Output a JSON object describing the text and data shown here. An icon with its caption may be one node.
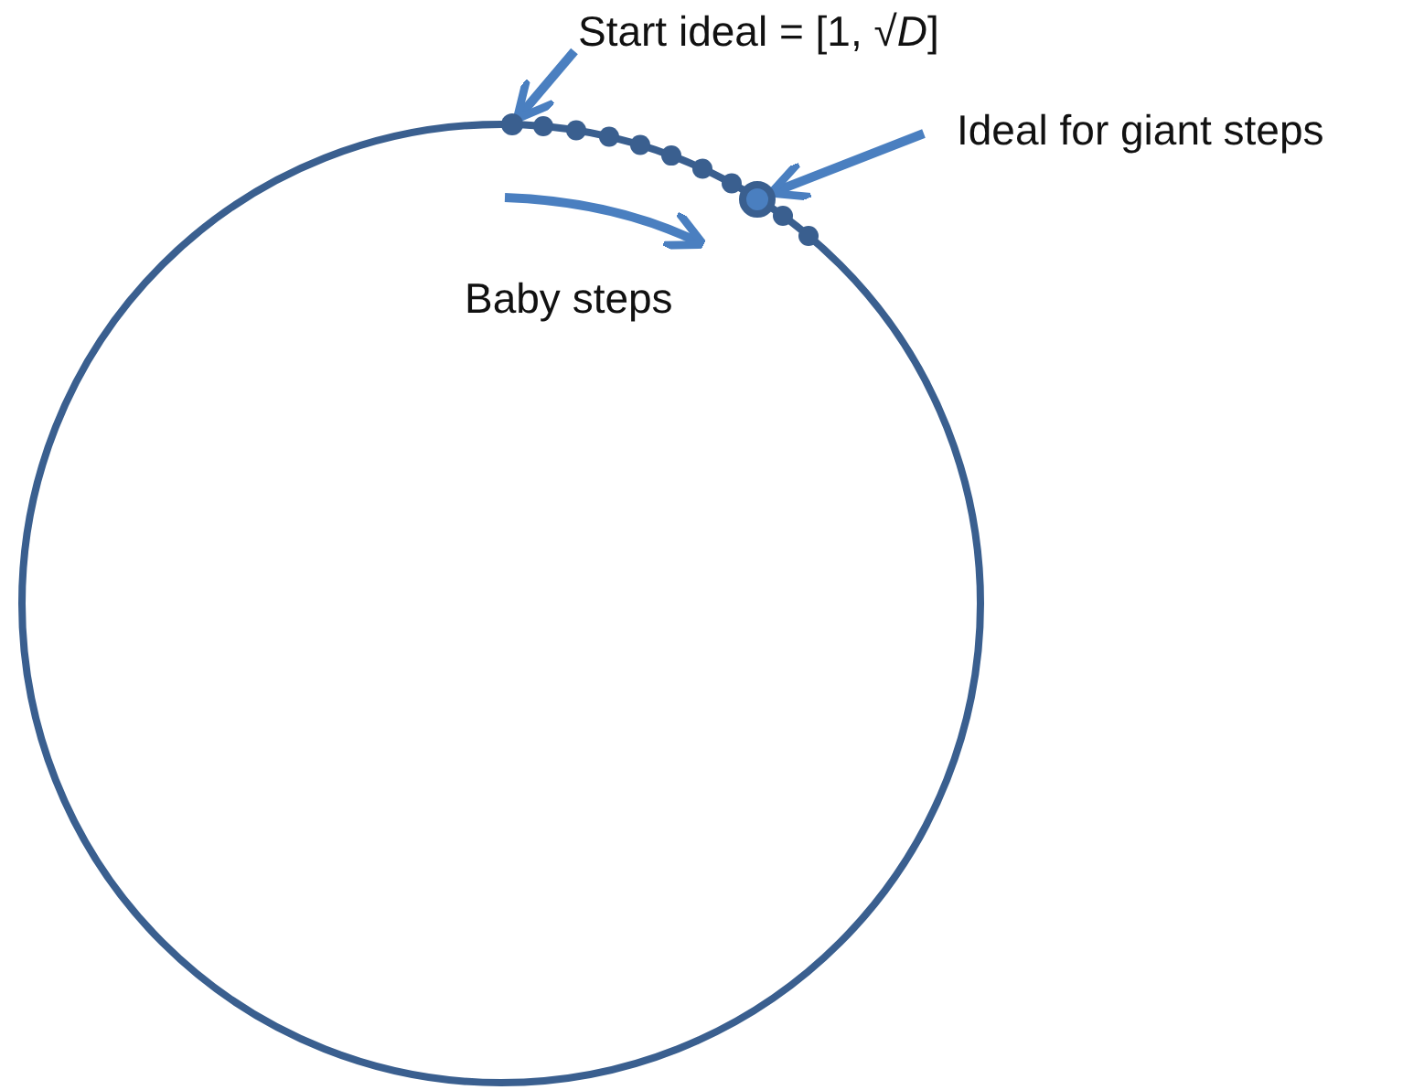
{
  "diagram": {
    "nodes": [
      {
        "text": [
          "Start ideal = [1, √*D*]"
        ]
      },
      {
        "text": [],
        "shape": "circle"
      },
      {
        "text": [
          "Ideal for giant steps"
        ]
      },
      {
        "text": [],
        "shape": "circle"
      }
    ],
    "edges": [
      {
        "from": 0,
        "to": 1,
        "arrow": "to"
      },
      {
        "from": 2,
        "to": 3,
        "arrow": "to"
      }
    ],
    "labels": [
      "Baby steps"
    ]
  }
}
